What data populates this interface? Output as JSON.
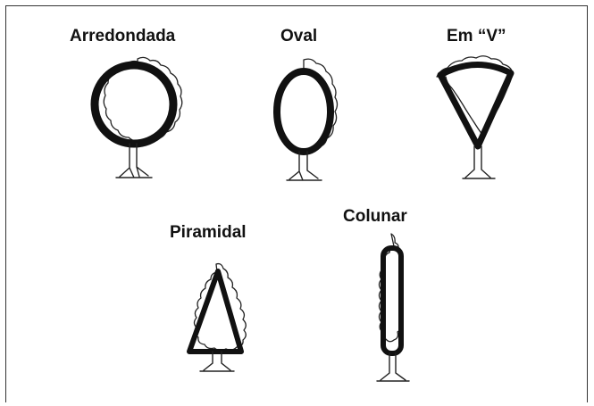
{
  "shapes": [
    {
      "id": "arredondada",
      "label": "Arredondada"
    },
    {
      "id": "oval",
      "label": "Oval"
    },
    {
      "id": "em-v",
      "label": "Em “V”"
    },
    {
      "id": "piramidal",
      "label": "Piramidal"
    },
    {
      "id": "colunar",
      "label": "Colunar"
    }
  ]
}
